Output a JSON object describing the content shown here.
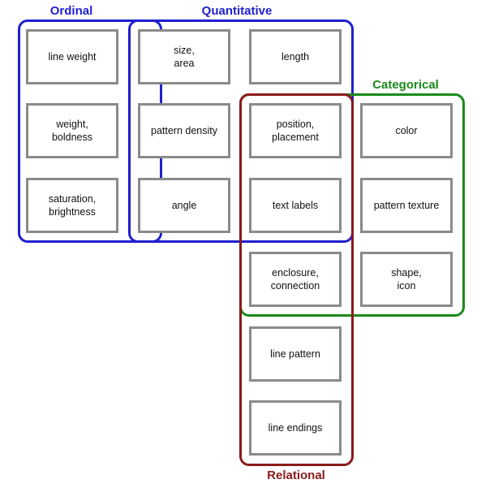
{
  "colors": {
    "ordinal": "#1f1fcf",
    "quantitative": "#1f1fcf",
    "categorical": "#1a8a1a",
    "relational": "#8b1a1a"
  },
  "groups": {
    "ordinal": "Ordinal",
    "quantitative": "Quantitative",
    "categorical": "Categorical",
    "relational": "Relational"
  },
  "cards": {
    "line_weight": "line weight",
    "size_area": "size,\narea",
    "length": "length",
    "weight_boldness": "weight,\nboldness",
    "pattern_density": "pattern density",
    "position_placement": "position,\nplacement",
    "color": "color",
    "saturation_brightness": "saturation,\nbrightness",
    "angle": "angle",
    "text_labels": "text labels",
    "pattern_texture": "pattern texture",
    "enclosure_connection": "enclosure,\nconnection",
    "shape_icon": "shape,\nicon",
    "line_pattern": "line pattern",
    "line_endings": "line endings"
  }
}
